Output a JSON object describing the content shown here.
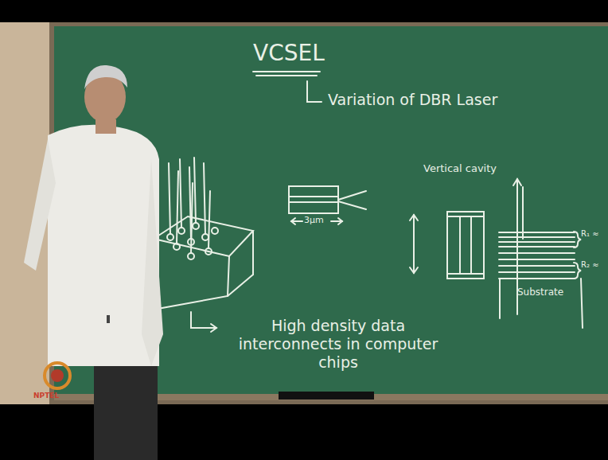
{
  "diagram": {
    "nodes": [
      {
        "text": [
          "Substrate"
        ]
      }
    ],
    "labels": [
      "VCSEL",
      "Variation of DBR Laser",
      "3μm",
      "Vertical cavity",
      "R₁ ≈",
      "R₂ ≈",
      "High density data interconnects in computer chips",
      "NPTEL"
    ]
  }
}
